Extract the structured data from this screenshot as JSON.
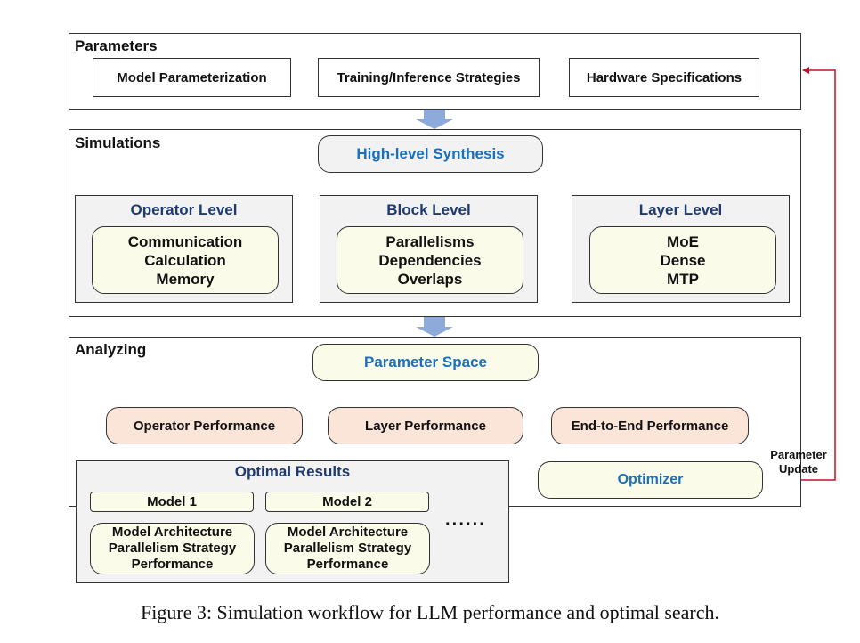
{
  "parameters": {
    "title": "Parameters",
    "items": [
      "Model Parameterization",
      "Training/Inference Strategies",
      "Hardware Specifications"
    ]
  },
  "simulations": {
    "title": "Simulations",
    "synthesis": "High-level Synthesis",
    "levels": [
      {
        "title": "Operator Level",
        "lines": [
          "Communication",
          "Calculation",
          "Memory"
        ]
      },
      {
        "title": "Block Level",
        "lines": [
          "Parallelisms",
          "Dependencies",
          "Overlaps"
        ]
      },
      {
        "title": "Layer Level",
        "lines": [
          "MoE",
          "Dense",
          "MTP"
        ]
      }
    ]
  },
  "analyzing": {
    "title": "Analyzing",
    "parameter_space": "Parameter Space",
    "performances": [
      "Operator Performance",
      "Layer Performance",
      "End-to-End Performance"
    ],
    "optimizer": "Optimizer",
    "feedback_label": [
      "Parameter",
      "Update"
    ]
  },
  "results": {
    "title": "Optimal Results",
    "models": [
      {
        "name": "Model 1",
        "lines": [
          "Model Architecture",
          "Parallelism Strategy",
          "Performance"
        ]
      },
      {
        "name": "Model 2",
        "lines": [
          "Model Architecture",
          "Parallelism Strategy",
          "Performance"
        ]
      }
    ],
    "ellipsis": "······"
  },
  "caption": "Figure 3: Simulation workflow for LLM performance and optimal search.",
  "colors": {
    "accent_blue": "#1a6fbf",
    "panel_title": "#1f3a6e",
    "feedback_red": "#c0102a",
    "flow_arrow": "#8eaadb",
    "cream": "#fbfbe9",
    "peach": "#fbe5d9"
  }
}
